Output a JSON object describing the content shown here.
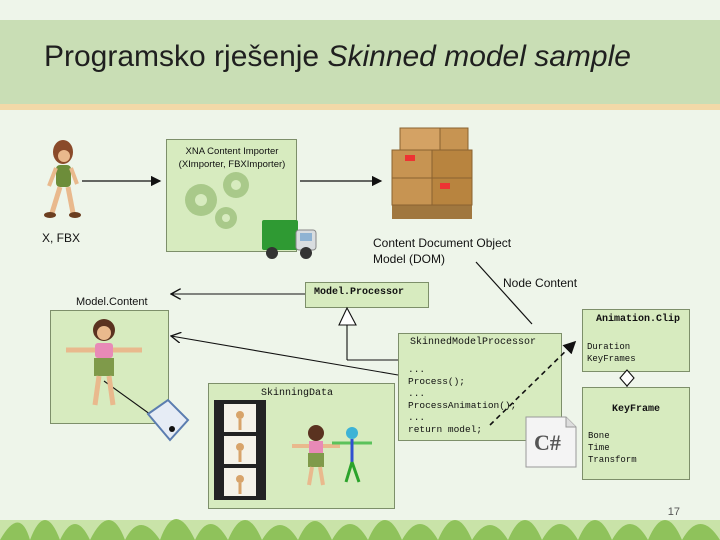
{
  "slide": {
    "title_plain": "Programsko rješenje ",
    "title_italic": "Skinned model sample",
    "page_number": "17"
  },
  "importer": {
    "line1": "XNA Content Importer",
    "line2": "(XImporter, FBXImporter)"
  },
  "input_format": "X, FBX",
  "dom": {
    "line1": "Content Document Object",
    "line2": "Model (DOM)"
  },
  "node_content": "Node Content",
  "model_processor": "Model.Processor",
  "model_content": "Model.Content",
  "skinned_model_processor": "SkinnedModelProcessor",
  "skinning_data": "SkinningData",
  "code_lines": [
    "...",
    "Process();",
    "...",
    "ProcessAnimation();",
    "...",
    "return model;"
  ],
  "animation_clip": {
    "title": "Animation.Clip",
    "fields": [
      "Duration",
      "KeyFrames"
    ]
  },
  "key_frame": {
    "title": "KeyFrame",
    "fields": [
      "Bone",
      "Time",
      "Transform"
    ]
  },
  "csharp_icon_text": "C#",
  "colors": {
    "box_fill": "#d7ebbf",
    "title_band": "#c9deb5",
    "accent_line": "#f2d9a8",
    "gear": "#a9c98a"
  },
  "icons": [
    "character-figure-icon",
    "gears-icon",
    "delivery-truck-icon",
    "package-boxes-icon",
    "character-tpose-icon",
    "price-tag-icon",
    "film-strip-icon",
    "skeleton-figure-icon",
    "csharp-file-icon",
    "grass-decoration"
  ]
}
